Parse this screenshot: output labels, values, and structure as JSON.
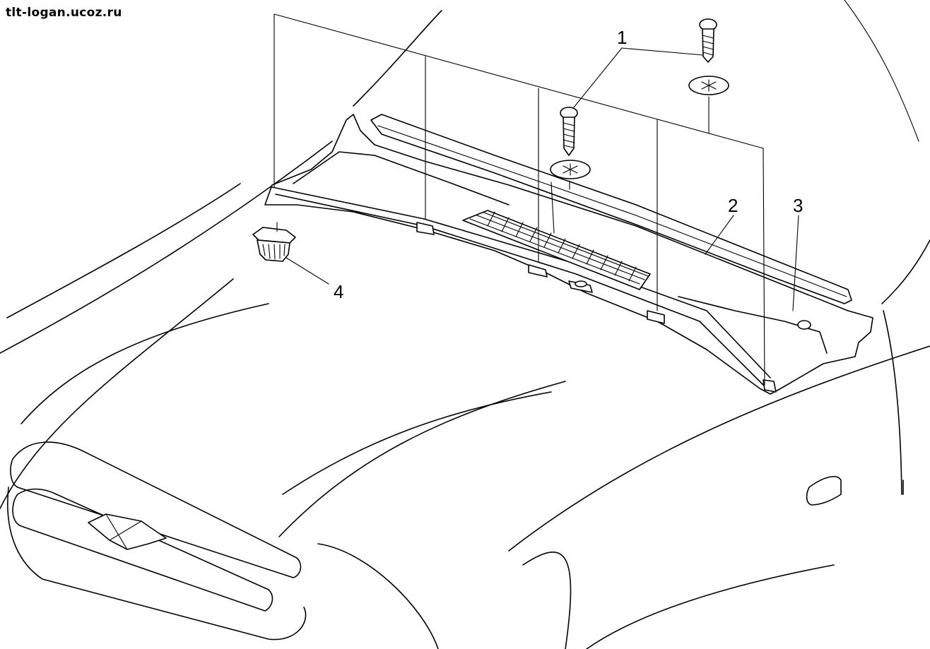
{
  "watermark": "tlt-logan.ucoz.ru",
  "callouts": {
    "screw": "1",
    "seal": "2",
    "cowl_panel": "3",
    "clip": "4"
  },
  "colors": {
    "line": "#000000",
    "background": "#ffffff"
  }
}
